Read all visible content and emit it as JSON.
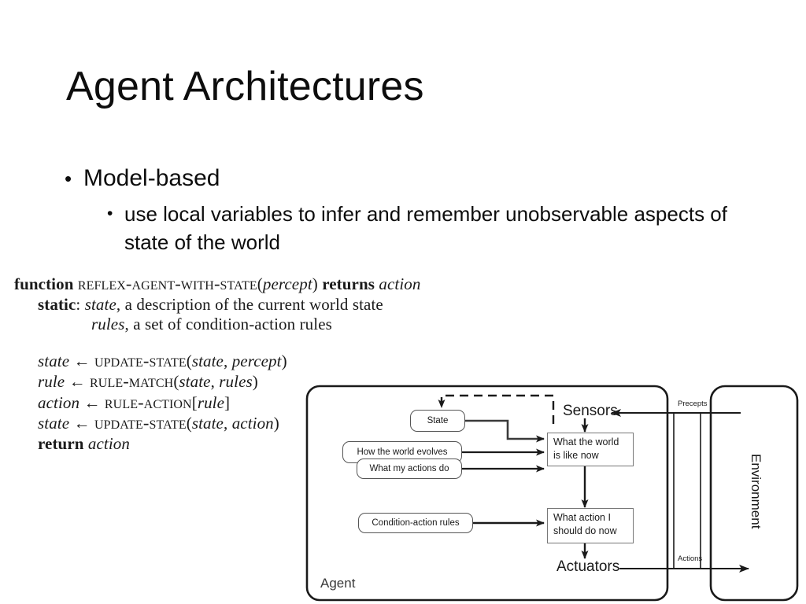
{
  "slide": {
    "title": "Agent Architectures",
    "bullets": [
      {
        "marker": "•",
        "text": "Model-based",
        "children": [
          {
            "marker": "•",
            "text": "use local variables to infer and remember unobservable aspects of state of the world"
          }
        ]
      }
    ]
  },
  "pseudocode": {
    "lines": [
      {
        "indent": 0,
        "parts": [
          {
            "style": "kw",
            "text": "function "
          },
          {
            "style": "sc",
            "text": "Reflex-Agent-With-State"
          },
          {
            "style": "plain",
            "text": "("
          },
          {
            "style": "it",
            "text": "percept"
          },
          {
            "style": "plain",
            "text": ") "
          },
          {
            "style": "kw",
            "text": "returns "
          },
          {
            "style": "it",
            "text": "action"
          }
        ]
      },
      {
        "indent": 1,
        "parts": [
          {
            "style": "kw",
            "text": "static"
          },
          {
            "style": "plain",
            "text": ": "
          },
          {
            "style": "it",
            "text": "state"
          },
          {
            "style": "plain",
            "text": ", a description of the current world state"
          }
        ]
      },
      {
        "indent": 2,
        "parts": [
          {
            "style": "it",
            "text": "rules"
          },
          {
            "style": "plain",
            "text": ", a set of condition-action rules"
          }
        ]
      },
      {
        "indent": 1,
        "gap": true,
        "parts": [
          {
            "style": "it",
            "text": "state "
          },
          {
            "style": "plain",
            "text": "← "
          },
          {
            "style": "sc",
            "text": "Update-State"
          },
          {
            "style": "plain",
            "text": "("
          },
          {
            "style": "it",
            "text": "state"
          },
          {
            "style": "plain",
            "text": ", "
          },
          {
            "style": "it",
            "text": "percept"
          },
          {
            "style": "plain",
            "text": ")"
          }
        ]
      },
      {
        "indent": 1,
        "parts": [
          {
            "style": "it",
            "text": "rule "
          },
          {
            "style": "plain",
            "text": "← "
          },
          {
            "style": "sc",
            "text": "Rule-Match"
          },
          {
            "style": "plain",
            "text": "("
          },
          {
            "style": "it",
            "text": "state"
          },
          {
            "style": "plain",
            "text": ", "
          },
          {
            "style": "it",
            "text": "rules"
          },
          {
            "style": "plain",
            "text": ")"
          }
        ]
      },
      {
        "indent": 1,
        "parts": [
          {
            "style": "it",
            "text": "action "
          },
          {
            "style": "plain",
            "text": "← "
          },
          {
            "style": "sc",
            "text": "Rule-Action"
          },
          {
            "style": "plain",
            "text": "["
          },
          {
            "style": "it",
            "text": "rule"
          },
          {
            "style": "plain",
            "text": "]"
          }
        ]
      },
      {
        "indent": 1,
        "parts": [
          {
            "style": "it",
            "text": "state "
          },
          {
            "style": "plain",
            "text": "← "
          },
          {
            "style": "sc",
            "text": "Update-State"
          },
          {
            "style": "plain",
            "text": "("
          },
          {
            "style": "it",
            "text": "state"
          },
          {
            "style": "plain",
            "text": ", "
          },
          {
            "style": "it",
            "text": "action"
          },
          {
            "style": "plain",
            "text": ")"
          }
        ]
      },
      {
        "indent": 1,
        "parts": [
          {
            "style": "kw",
            "text": "return "
          },
          {
            "style": "it",
            "text": "action"
          }
        ]
      }
    ]
  },
  "diagram": {
    "agent_label": "Agent",
    "environment_label": "Environment",
    "sensors_label": "Sensors",
    "actuators_label": "Actuators",
    "percepts_label": "Precepts",
    "actions_label": "Actions",
    "boxes": {
      "state": "State",
      "world_evolves": "How the world evolves",
      "my_actions": "What my actions do",
      "condition_rules": "Condition-action rules",
      "world_now_line1": "What the world",
      "world_now_line2": "is like now",
      "action_now_line1": "What action I",
      "action_now_line2": "should do now"
    }
  }
}
